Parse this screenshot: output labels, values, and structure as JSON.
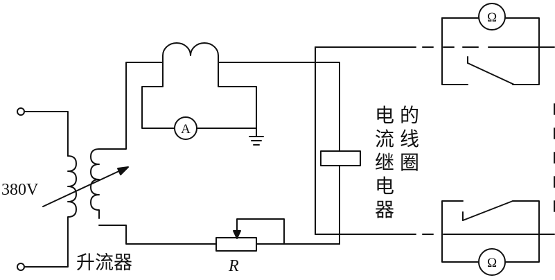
{
  "labels": {
    "voltage": "380V",
    "booster": "升流器",
    "resistor": "R",
    "ammeter": "A",
    "ohm_top": "Ω",
    "ohm_bottom": "Ω"
  },
  "relay_label_col1": [
    "电",
    "流",
    "继",
    "电",
    "器"
  ],
  "relay_label_col2": [
    "的",
    "线",
    "圈"
  ]
}
